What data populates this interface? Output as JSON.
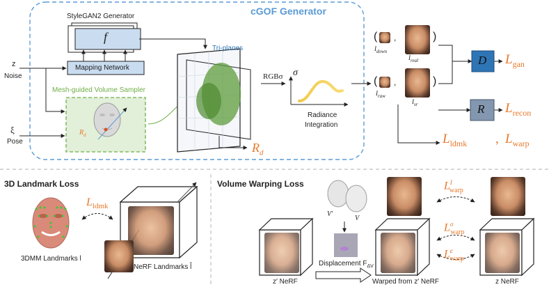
{
  "generator": {
    "title": "cGOF Generator",
    "stylegan_label": "StyleGAN2 Generator",
    "f_label": "f",
    "mapping_network": "Mapping Network",
    "sampler_label": "Mesh-guided Volume Sampler",
    "rd_small": "R",
    "rd_small_sub": "d",
    "triplanes_label": "Tri-planes",
    "rgb_sigma": "RGBσ",
    "sigma": "σ",
    "radiance_line1": "Radiance",
    "radiance_line2": "Integration",
    "rd_loss": "R",
    "rd_loss_sub": "d"
  },
  "inputs": {
    "z": "z",
    "noise": "Noise",
    "xi": "ξ",
    "pose": "Pose"
  },
  "images": {
    "paren_open": "(",
    "paren_close": ")",
    "comma": ",",
    "i_down": "I",
    "i_down_sub": "down",
    "i_real": "I",
    "i_real_sub": "real",
    "i_raw": "I",
    "i_raw_sub": "raw",
    "i_sr": "I",
    "i_sr_sub": "sr"
  },
  "losses": {
    "d_box": "D",
    "r_box": "R",
    "gan": "gan",
    "recon": "recon",
    "ldmk": "ldmk",
    "warp": "warp",
    "script_l": "L",
    "separator": ","
  },
  "landmark_section": {
    "title": "3D Landmark Loss",
    "ldmk_loss": "ldmk",
    "left_caption": "3DMM Landmarks l",
    "right_caption": "NeRF Landmarks l̂"
  },
  "warping_section": {
    "title": "Volume Warping Loss",
    "v_prime": "V′",
    "v": "V",
    "displacement": "Displacement F",
    "displacement_sub": "ΔV",
    "z_prime_nerf": "z′ NeRF",
    "warped_caption": "Warped from z′ NeRF",
    "z_nerf": "z NeRF",
    "warp_l_sup": "I",
    "warp_sigma_sup": "σ",
    "warp_c_sup": "c",
    "warp_sub": "warp"
  },
  "colors": {
    "accent_blue": "#5b9bd5",
    "box_fill": "#c9dcf0",
    "sampler_green": "#70ad47",
    "sampler_fill": "#e2efd9",
    "loss_orange": "#e8782a",
    "d_box_fill": "#2e75b6",
    "r_box_fill": "#8497b0"
  }
}
